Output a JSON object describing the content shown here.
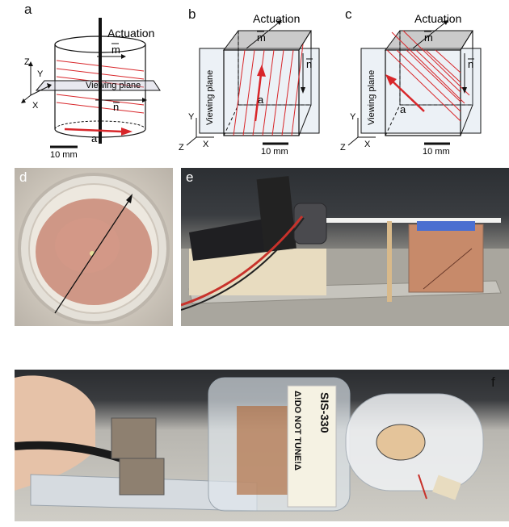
{
  "figure": {
    "panels": {
      "a": {
        "label": "a",
        "actuation_label": "Actuation",
        "m_vector": "m",
        "n_vector": "n",
        "a_vector": "a",
        "plane_label": "Viewing plane",
        "axis_z": "Z",
        "axis_y": "Y",
        "axis_x": "X",
        "scale_bar": "10 mm"
      },
      "b": {
        "label": "b",
        "actuation_label": "Actuation",
        "m_vector": "m",
        "n_vector": "n",
        "a_vector": "a",
        "plane_label": "Viewing plane",
        "axis_y": "Y",
        "axis_z": "Z",
        "axis_x": "X",
        "scale_bar": "10 mm"
      },
      "c": {
        "label": "c",
        "actuation_label": "Actuation",
        "m_vector": "m",
        "n_vector": "n",
        "a_vector": "a",
        "plane_label": "Viewing plane",
        "axis_y": "Y",
        "axis_z": "Z",
        "axis_x": "X",
        "scale_bar": "10 mm"
      },
      "d": {
        "label": "d"
      },
      "e": {
        "label": "e"
      },
      "f": {
        "label": "f",
        "tag_model": "SIS-330",
        "tag_warning": "Δ!DO NOT TUNE!Δ"
      }
    },
    "colors": {
      "fiber_red": "#d8262a",
      "outline": "#111111",
      "tissue": "#c98877",
      "cable_red": "#c8322b",
      "tape": "#e8dcc0"
    }
  }
}
